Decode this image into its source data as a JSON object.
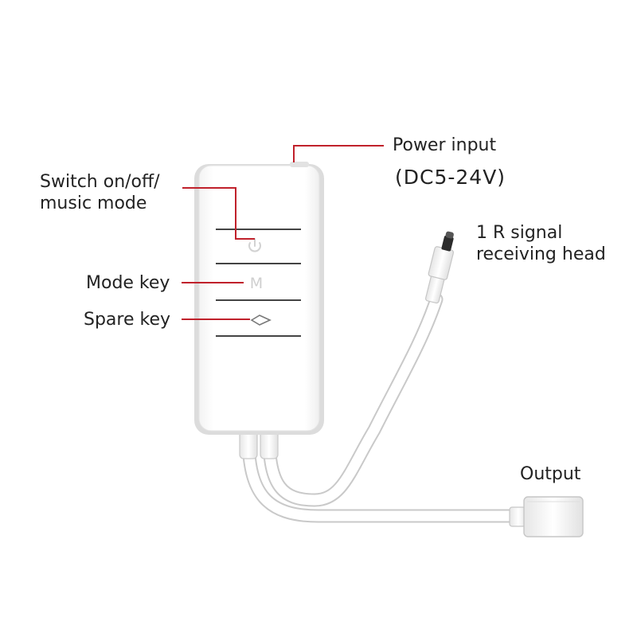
{
  "colors": {
    "leader_line": "#c0212b",
    "device_body": "#ffffff",
    "device_edge": "#dcdcdc",
    "divider": "#444444",
    "icon": "#d4d4d4",
    "text": "#222222"
  },
  "labels": {
    "power_input": "Power input",
    "power_voltage": "(DC5-24V)",
    "switch_line1": "Switch on/off/",
    "switch_line2": "music mode",
    "mode_key": "Mode key",
    "spare_key": "Spare key",
    "ir_line1": "1 R signal",
    "ir_line2": "receiving head",
    "output": "Output"
  },
  "device": {
    "mode_key_glyph": "M"
  },
  "icons": [
    "power-icon",
    "mode-m-icon",
    "diamond-icon"
  ]
}
